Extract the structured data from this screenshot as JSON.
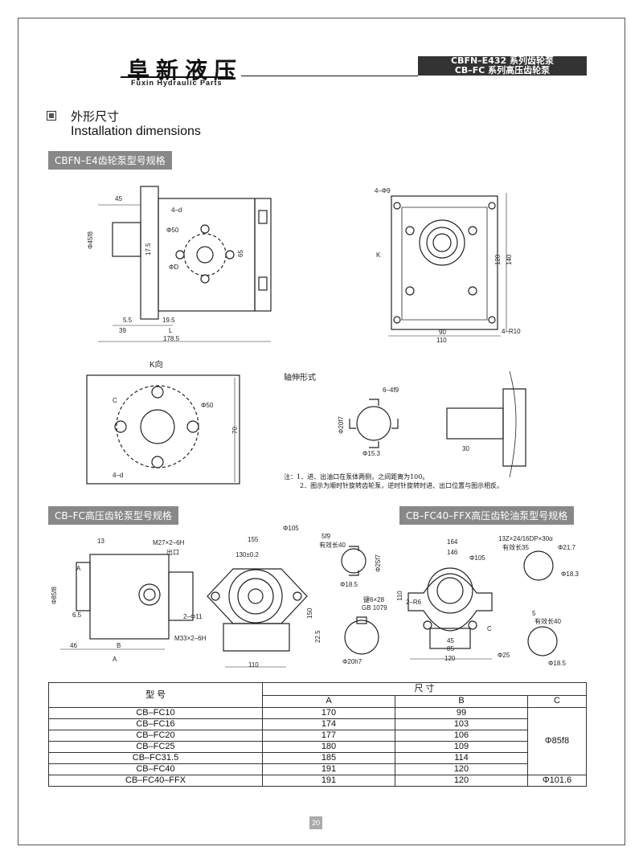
{
  "header": {
    "brand_cn": "阜新液压",
    "brand_en": "Fuxin Hydraulic Parts",
    "series_line1": "CBFN–E432 系列齿轮泵",
    "series_line2": "CB–FC 系列高压齿轮泵"
  },
  "section": {
    "title_cn": "外形尺寸",
    "title_en": "Installation dimensions"
  },
  "bands": {
    "e4": "CBFN–E4齿轮泵型号规格",
    "fc": "CB–FC高压齿轮泵型号规格",
    "ffx": "CB–FC40–FFX高压齿轮油泵型号规格"
  },
  "drawing_e4": {
    "side_dims": [
      "45",
      "Φ45f8",
      "4–d",
      "Φ50",
      "17.5",
      "ΦD",
      "65",
      "5.5",
      "19.5",
      "39",
      "L",
      "178.5"
    ],
    "front_dims": [
      "4–Φ9",
      "K",
      "120",
      "140",
      "90",
      "110",
      "4–R10"
    ],
    "k_title": "K向",
    "k_dims": [
      "C",
      "Φ50",
      "70",
      "4–d"
    ],
    "shaft_title": "轴伸形式",
    "shaft_dims": [
      "6–4f9",
      "Φ20f7",
      "Φ15.3",
      "30"
    ]
  },
  "notes": {
    "line1": "注：1．进、出油口在泵体两侧，之间距离为100。",
    "line2": "2．图示为顺时针旋转齿轮泵，逆时针旋转时进、出口位置与图示相反。"
  },
  "drawing_fc": {
    "dims": [
      "13",
      "M27×2–6H",
      "出口",
      "155",
      "Φ105",
      "130±0.2",
      "A",
      "Φ85f8",
      "6.5",
      "2–Φ11",
      "M33×2–6H",
      "46",
      "B",
      "A",
      "150",
      "110"
    ],
    "shaft_dims": [
      "5f9",
      "有效长40",
      "Φ25f7",
      "Φ18.5",
      "键6×28",
      "GB 1079",
      "22.5",
      "Φ20h7"
    ]
  },
  "drawing_ffx": {
    "dims": [
      "164",
      "146",
      "Φ105",
      "110",
      "2–R6",
      "C",
      "45",
      "85",
      "120"
    ],
    "spline_dims": [
      "13Z×24/16DP×30α",
      "有效长35",
      "Φ21.7",
      "Φ18.3",
      "5",
      "有效长40",
      "Φ25",
      "Φ18.5"
    ]
  },
  "table": {
    "col_model": "型 号",
    "col_size": "尺 寸",
    "sub_a": "A",
    "sub_b": "B",
    "sub_c": "C",
    "rows": [
      {
        "model": "CB–FC10",
        "a": "170",
        "b": "99"
      },
      {
        "model": "CB–FC16",
        "a": "174",
        "b": "103"
      },
      {
        "model": "CB–FC20",
        "a": "177",
        "b": "106"
      },
      {
        "model": "CB–FC25",
        "a": "180",
        "b": "109"
      },
      {
        "model": "CB–FC31.5",
        "a": "185",
        "b": "114"
      },
      {
        "model": "CB–FC40",
        "a": "191",
        "b": "120"
      }
    ],
    "c_common": "Φ85f8",
    "last_row": {
      "model": "CB–FC40–FFX",
      "a": "191",
      "b": "120",
      "c": "Φ101.6"
    }
  },
  "page_number": "20"
}
